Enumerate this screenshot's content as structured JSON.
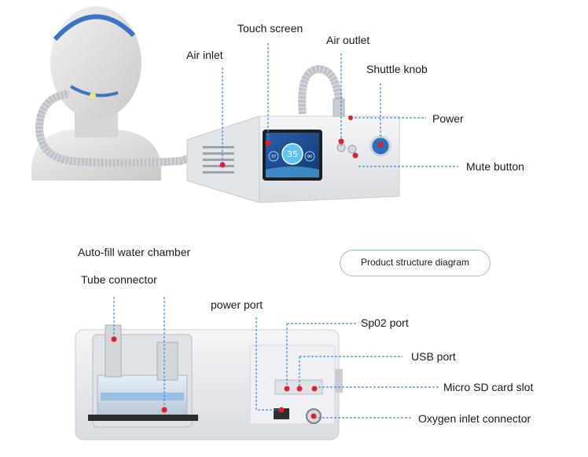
{
  "labels": {
    "touch_screen": "Touch screen",
    "air_outlet": "Air outlet",
    "air_inlet": "Air inlet",
    "shuttle_knob": "Shuttle knob",
    "power": "Power",
    "mute_button": "Mute button",
    "auto_fill_water_chamber": "Auto-fill water chamber",
    "tube_connector": "Tube connector",
    "power_port": "power port",
    "sp02_port": "Sp02 port",
    "usb_port": "USB port",
    "micro_sd_card_slot": "Micro SD card slot",
    "oxygen_inlet_connector": "Oxygen inlet connector"
  },
  "caption": "Product structure diagram",
  "screen": {
    "reading": "35",
    "left_value": "37",
    "right_value": "90"
  },
  "colors": {
    "leader_line": "#3a8fd6",
    "marker": "#e0202a",
    "pill_border": "#9fb7d4",
    "device_body": "#e9ebee"
  }
}
